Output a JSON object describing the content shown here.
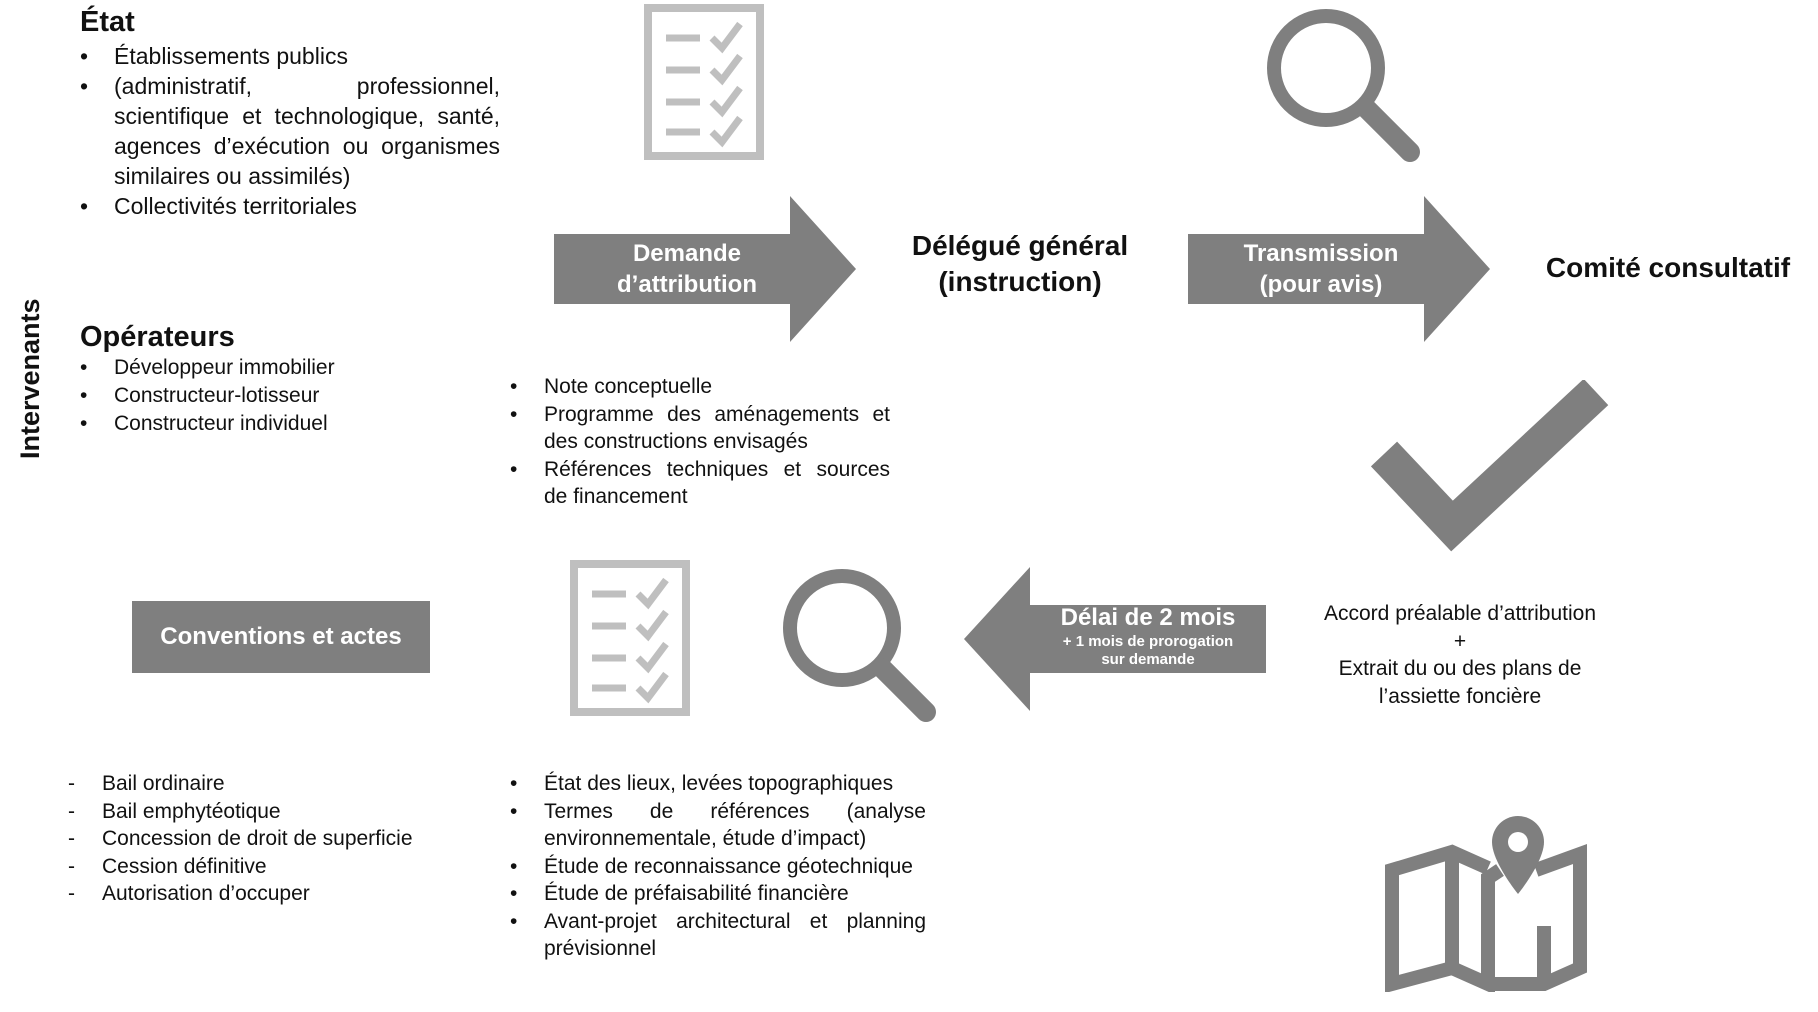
{
  "side_label": "Intervenants",
  "etat": {
    "title": "État",
    "items": [
      "Établissements publics",
      "(administratif, professionnel, scientifique et technologique, santé, agences d’exécution ou organismes similaires ou assimilés)",
      "Collectivités territoriales"
    ]
  },
  "operateurs": {
    "title": "Opérateurs",
    "items": [
      "Développeur immobilier",
      "Constructeur-lotisseur",
      "Constructeur individuel"
    ]
  },
  "arrow_demande": {
    "line1": "Demande",
    "line2": "d’attribution"
  },
  "node_delegue": {
    "line1": "Délégué général",
    "line2": "(instruction)"
  },
  "arrow_transmission": {
    "line1": "Transmission",
    "line2": "(pour avis)"
  },
  "node_comite": {
    "label": "Comité consultatif"
  },
  "demande_docs": [
    "Note conceptuelle",
    "Programme des aménagements et des constructions envisagés",
    "Références techniques et sources de financement"
  ],
  "accord": {
    "line1": "Accord préalable d’attribution",
    "plus": "+",
    "line2": "Extrait du ou des plans de",
    "line3": "l’assiette foncière"
  },
  "arrow_delai": {
    "main": "Délai de 2 mois",
    "sub1": "+ 1 mois de prorogation",
    "sub2": "sur demande"
  },
  "conventions_box": "Conventions et actes",
  "conventions_items": [
    "Bail ordinaire",
    "Bail emphytéotique",
    "Concession de droit de superficie",
    "Cession définitive",
    "Autorisation d’occuper"
  ],
  "etudes_docs": [
    "État des lieux, levées topographiques",
    "Termes de références (analyse environnementale, étude d’impact)",
    "Étude de reconnaissance géotechnique",
    "Étude de préfaisabilité financière",
    "Avant-projet architectural et planning prévisionnel"
  ],
  "icons": [
    "checklist-icon",
    "magnifier-icon",
    "checkmark-icon",
    "checklist-icon",
    "magnifier-icon",
    "map-pin-icon"
  ],
  "colors": {
    "arrow_fill": "#7f7f7f",
    "icon_dark": "#7f7f7f",
    "icon_light": "#bfbfbf"
  }
}
